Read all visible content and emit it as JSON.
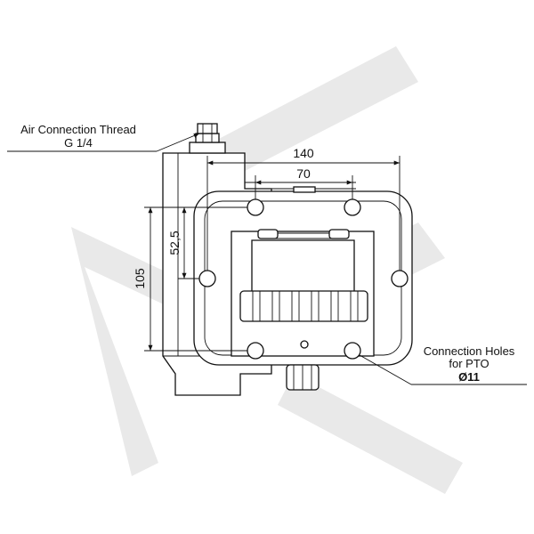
{
  "dimensions": {
    "width_outer": "140",
    "width_inner": "70",
    "height_total": "105",
    "height_half": "52,5"
  },
  "labels": {
    "air_line1": "Air Connection Thread",
    "air_line2": "G 1/4",
    "holes_line1": "Connection Holes",
    "holes_line2": "for PTO",
    "holes_line3": "Ø11"
  },
  "colors": {
    "line": "#111111",
    "watermark": "#e9e9e9",
    "background": "#ffffff"
  }
}
